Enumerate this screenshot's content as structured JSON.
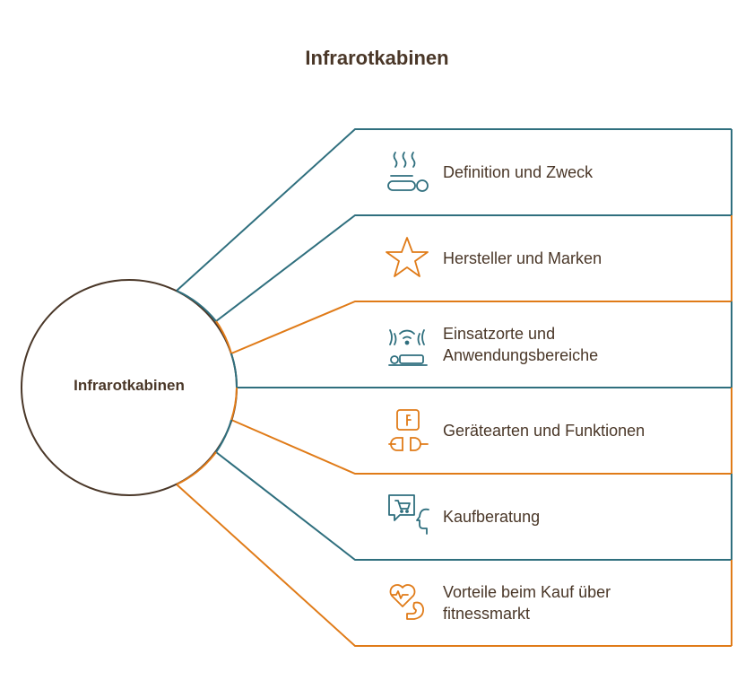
{
  "title": "Infrarotkabinen",
  "hub": {
    "label": "Infrarotkabinen"
  },
  "colors": {
    "teal": "#2f6f7e",
    "orange": "#e07b18",
    "brown": "#4a3728"
  },
  "items": [
    {
      "label": "Definition und Zweck",
      "icon": "sauna-heat-icon",
      "color": "teal"
    },
    {
      "label": "Hersteller und Marken",
      "icon": "star-icon",
      "color": "orange"
    },
    {
      "label": "Einsatzorte und\nAnwendungsbereiche",
      "icon": "wifi-sauna-icon",
      "color": "teal"
    },
    {
      "label": "Gerätearten und Funktionen",
      "icon": "plug-icon",
      "color": "orange"
    },
    {
      "label": "Kaufberatung",
      "icon": "shopping-advice-icon",
      "color": "teal"
    },
    {
      "label": "Vorteile beim Kauf über\nfitnessmarkt",
      "icon": "heart-muscle-icon",
      "color": "orange"
    }
  ]
}
